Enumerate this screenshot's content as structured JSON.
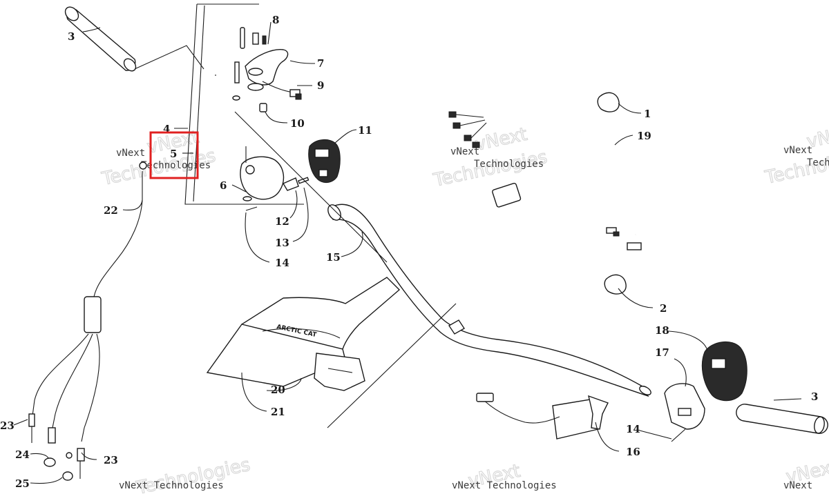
{
  "diagram": {
    "callouts": [
      {
        "id": "c1",
        "text": "1"
      },
      {
        "id": "c2",
        "text": "2"
      },
      {
        "id": "c3a",
        "text": "3"
      },
      {
        "id": "c3b",
        "text": "3"
      },
      {
        "id": "c4",
        "text": "4"
      },
      {
        "id": "c5",
        "text": "5"
      },
      {
        "id": "c6",
        "text": "6"
      },
      {
        "id": "c7",
        "text": "7"
      },
      {
        "id": "c8",
        "text": "8"
      },
      {
        "id": "c9",
        "text": "9"
      },
      {
        "id": "c10",
        "text": "10"
      },
      {
        "id": "c11",
        "text": "11"
      },
      {
        "id": "c12",
        "text": "12"
      },
      {
        "id": "c13",
        "text": "13"
      },
      {
        "id": "c14a",
        "text": "14"
      },
      {
        "id": "c14b",
        "text": "14"
      },
      {
        "id": "c15",
        "text": "15"
      },
      {
        "id": "c16",
        "text": "16"
      },
      {
        "id": "c17",
        "text": "17"
      },
      {
        "id": "c18",
        "text": "18"
      },
      {
        "id": "c19",
        "text": "19"
      },
      {
        "id": "c20",
        "text": "20"
      },
      {
        "id": "c21",
        "text": "21"
      },
      {
        "id": "c22",
        "text": "22"
      },
      {
        "id": "c23a",
        "text": "23"
      },
      {
        "id": "c23b",
        "text": "23"
      },
      {
        "id": "c24",
        "text": "24"
      },
      {
        "id": "c25",
        "text": "25"
      }
    ],
    "pad_logo_text": "ARCTIC CAT",
    "highlight_color": "#e02020",
    "line_color": "#1a1a1a"
  },
  "watermark": {
    "line1": "vNext",
    "line2": "Technologies",
    "combined": "vNext Technologies"
  }
}
